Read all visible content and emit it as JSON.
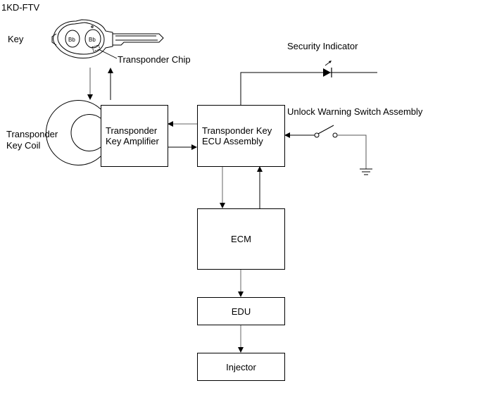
{
  "diagram": {
    "title": "1KD-FTV",
    "labels": {
      "key": "Key",
      "transponder_chip": "Transponder Chip",
      "coil_line1": "Transponder",
      "coil_line2": "Key Coil",
      "security_indicator": "Security Indicator",
      "unlock_warning_switch": "Unlock Warning Switch Assembly"
    },
    "boxes": {
      "amplifier": {
        "line1": "Transponder",
        "line2": "Key Amplifier"
      },
      "ecu": {
        "line1": "Transponder Key",
        "line2": "ECU Assembly"
      },
      "ecm": {
        "line1": "ECM"
      },
      "edu": {
        "line1": "EDU"
      },
      "injector": {
        "line1": "Injector"
      }
    },
    "connections": [
      {
        "from": "key",
        "to": "transponder-key-coil"
      },
      {
        "from": "transponder-key-coil",
        "to": "key"
      },
      {
        "from": "transponder-key-ecu-assembly",
        "to": "transponder-key-amplifier"
      },
      {
        "from": "transponder-key-amplifier",
        "to": "transponder-key-ecu-assembly"
      },
      {
        "from": "transponder-key-ecu-assembly",
        "to": "security-indicator"
      },
      {
        "from": "unlock-warning-switch-assembly",
        "to": "transponder-key-ecu-assembly"
      },
      {
        "from": "transponder-key-ecu-assembly",
        "to": "ecm"
      },
      {
        "from": "ecm",
        "to": "transponder-key-ecu-assembly"
      },
      {
        "from": "ecm",
        "to": "edu"
      },
      {
        "from": "edu",
        "to": "injector"
      }
    ]
  }
}
